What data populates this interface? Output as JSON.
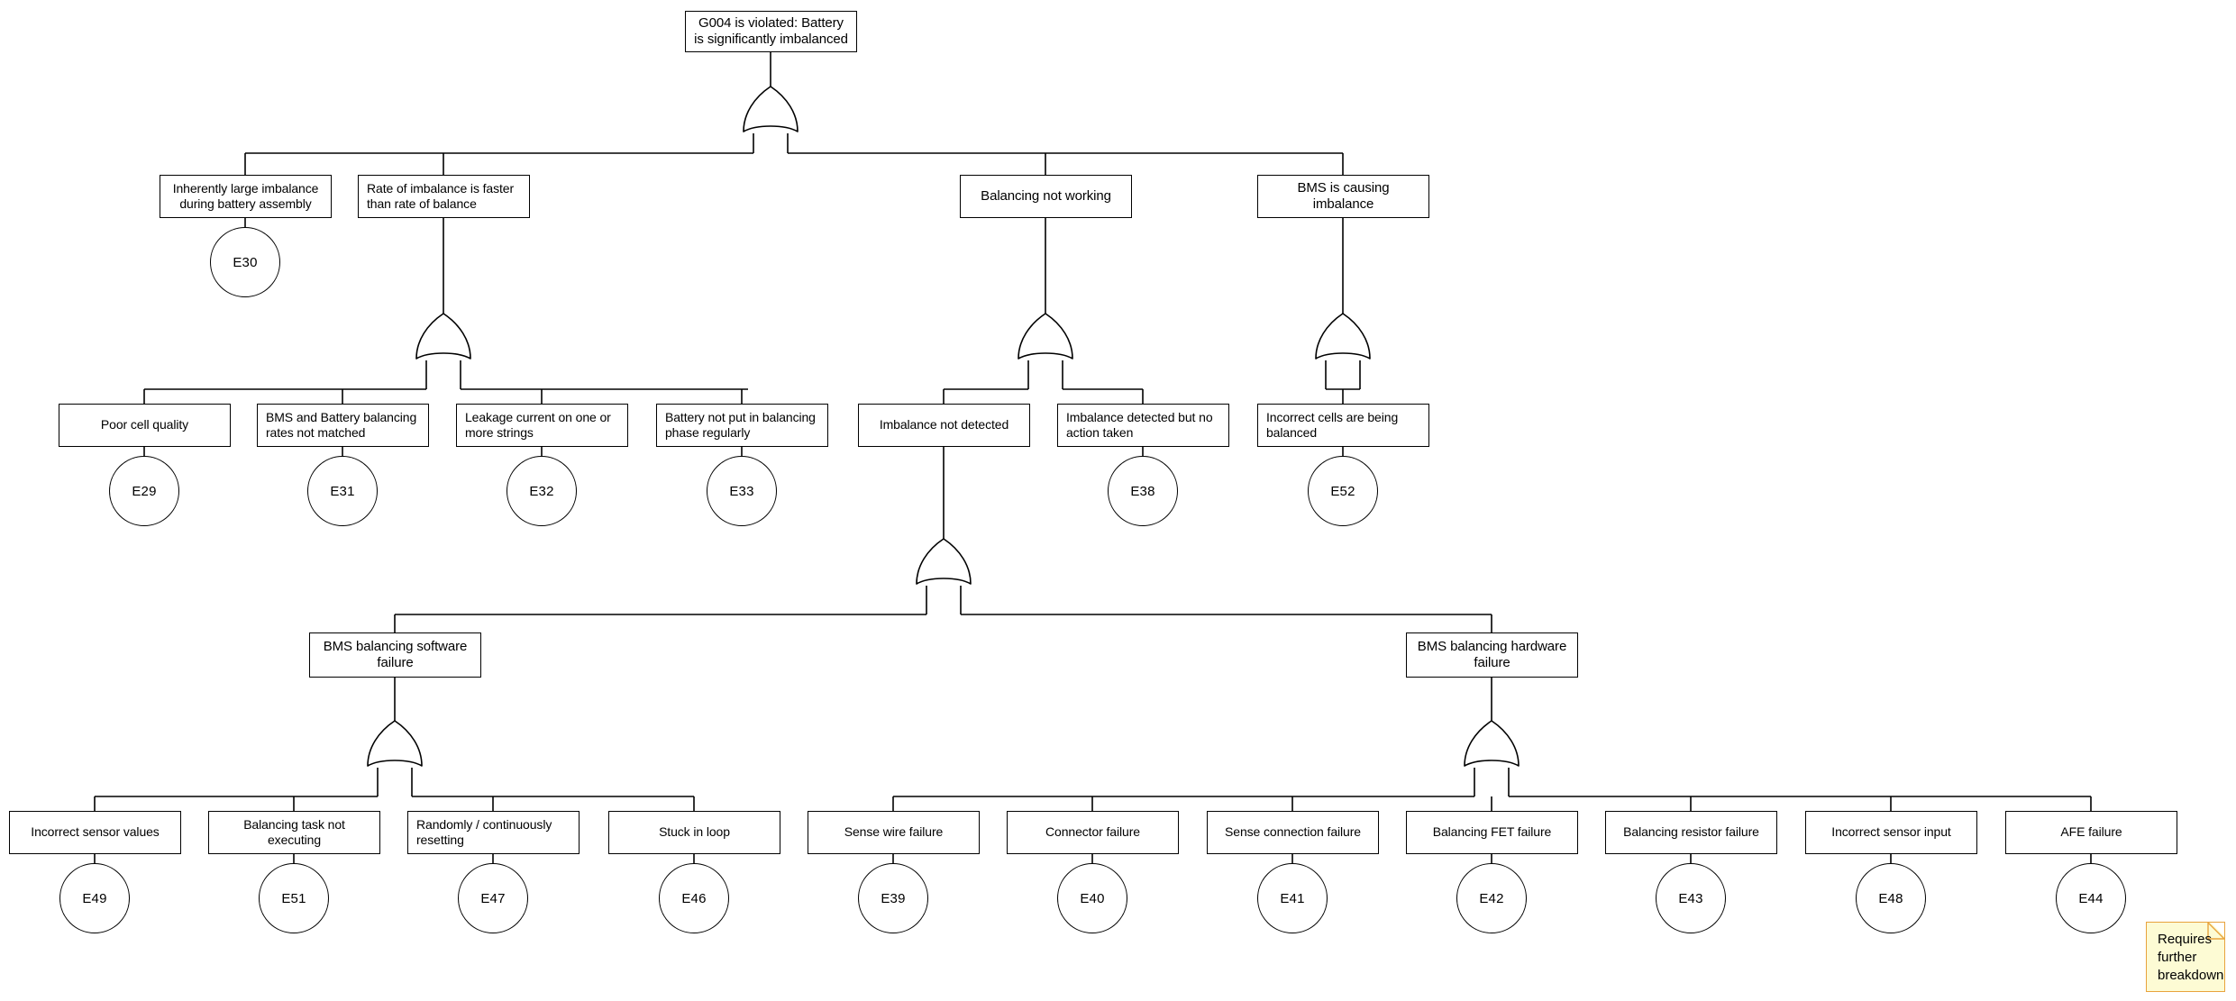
{
  "diagram": {
    "title": "G004 is violated: Battery is significantly imbalanced",
    "type": "fault-tree",
    "gate_type": "OR"
  },
  "top_event": {
    "id": "G004",
    "label": "G004 is violated: Battery is significantly imbalanced"
  },
  "level1": [
    {
      "id": "N1",
      "label": "Inherently large imbalance during battery assembly",
      "basic_event": "E30"
    },
    {
      "id": "N2",
      "label": "Rate of imbalance is faster than rate of balance",
      "basic_event": null
    },
    {
      "id": "N3",
      "label": "Balancing not working",
      "basic_event": null
    },
    {
      "id": "N4",
      "label": "BMS is causing imbalance",
      "basic_event": null
    }
  ],
  "level2_rate": [
    {
      "id": "N5",
      "label": "Poor cell quality",
      "basic_event": "E29"
    },
    {
      "id": "N6",
      "label": "BMS and Battery balancing rates not matched",
      "basic_event": "E31"
    },
    {
      "id": "N7",
      "label": "Leakage current on one or more strings",
      "basic_event": "E32"
    },
    {
      "id": "N8",
      "label": "Battery not put in balancing phase regularly",
      "basic_event": "E33"
    }
  ],
  "level2_balancing": [
    {
      "id": "N9",
      "label": "Imbalance not detected",
      "basic_event": null
    },
    {
      "id": "N10",
      "label": "Imbalance detected but no action taken",
      "basic_event": "E38"
    }
  ],
  "level2_bms": [
    {
      "id": "N11",
      "label": "Incorrect cells are being balanced",
      "basic_event": "E52"
    }
  ],
  "level3": [
    {
      "id": "N12",
      "label": "BMS balancing software failure",
      "basic_event": null
    },
    {
      "id": "N13",
      "label": "BMS balancing hardware failure",
      "basic_event": null
    }
  ],
  "level4_software": [
    {
      "id": "N14",
      "label": "Incorrect sensor values",
      "basic_event": "E49"
    },
    {
      "id": "N15",
      "label": "Balancing task not executing",
      "basic_event": "E51"
    },
    {
      "id": "N16",
      "label": "Randomly / continuously resetting",
      "basic_event": "E47"
    },
    {
      "id": "N17",
      "label": "Stuck in loop",
      "basic_event": "E46"
    }
  ],
  "level4_hardware": [
    {
      "id": "N18",
      "label": "Sense wire failure",
      "basic_event": "E39"
    },
    {
      "id": "N19",
      "label": "Connector failure",
      "basic_event": "E40"
    },
    {
      "id": "N20",
      "label": "Sense connection failure",
      "basic_event": "E41"
    },
    {
      "id": "N21",
      "label": "Balancing FET failure",
      "basic_event": "E42"
    },
    {
      "id": "N22",
      "label": "Balancing resistor failure",
      "basic_event": "E43"
    },
    {
      "id": "N23",
      "label": "Incorrect sensor input",
      "basic_event": "E48"
    },
    {
      "id": "N24",
      "label": "AFE failure",
      "basic_event": "E44"
    }
  ],
  "sticky_note": {
    "text": "Requires further breakdown"
  },
  "colors": {
    "stroke": "#000000",
    "node_fill": "#ffffff",
    "sticky_fill": "#fdfbd4",
    "sticky_border": "#e8a33d",
    "background": "#ffffff"
  }
}
